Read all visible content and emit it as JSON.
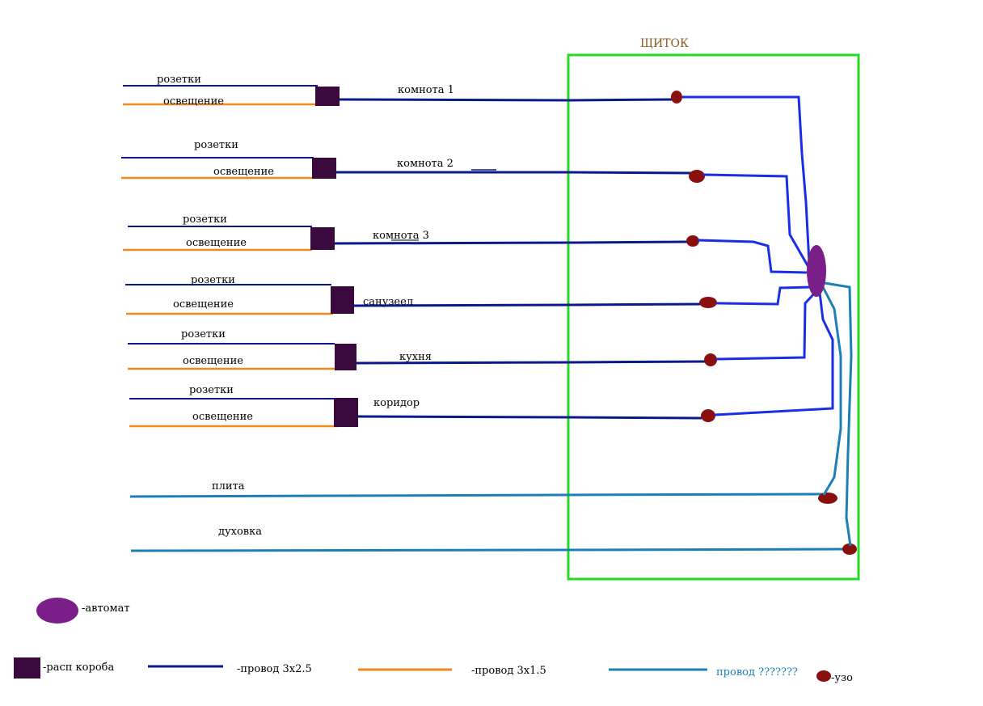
{
  "panel": {
    "title": "ЩИТОК",
    "border_color": "#22dd22"
  },
  "colors": {
    "wire_3x2_5": "#0b1a8a",
    "wire_3x1_5": "#f08a1c",
    "wire_unknown": "#1c7fb5",
    "internal_wire": "#1a2ee6",
    "box": "#3a0a3e",
    "breaker": "#7a1e8a",
    "rcd": "#8a1010"
  },
  "rooms": [
    {
      "name": "комнота 1",
      "sockets_label": "розетки",
      "lighting_label": "освещение"
    },
    {
      "name": "комнота 2",
      "sockets_label": "розетки",
      "lighting_label": "освещение"
    },
    {
      "name": "комнота 3",
      "sockets_label": "розетки",
      "lighting_label": "освещение"
    },
    {
      "name": "санузеел",
      "sockets_label": "розетки",
      "lighting_label": "освещение"
    },
    {
      "name": "кухня",
      "sockets_label": "розетки",
      "lighting_label": "освещение"
    },
    {
      "name": "коридор",
      "sockets_label": "розетки",
      "lighting_label": "освещение"
    }
  ],
  "appliances": [
    {
      "name": "плита"
    },
    {
      "name": "духовка"
    }
  ],
  "legend": {
    "breaker": "-автомат",
    "junction_box": "-расп короба",
    "wire_3x2_5": "-провод 3х2.5",
    "wire_3x1_5": "-провод 3х1.5",
    "wire_unknown": "провод ???????",
    "rcd": "-узо"
  }
}
